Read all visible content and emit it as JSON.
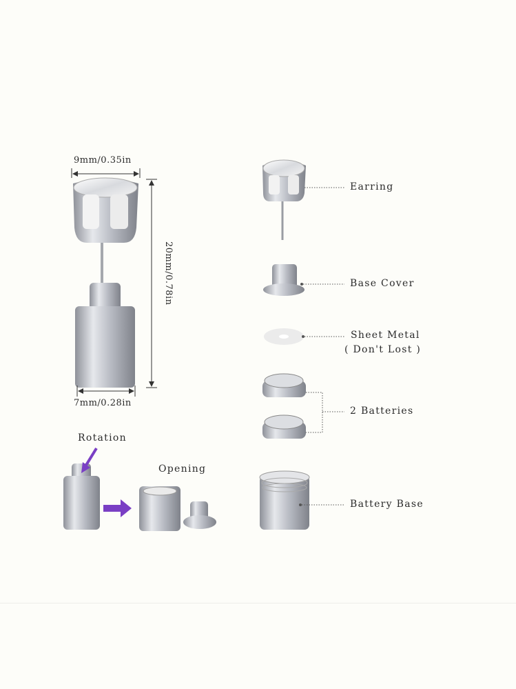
{
  "dimensions": {
    "width": "9mm/0.35in",
    "height": "20mm/0.78in",
    "base_width": "7mm/0.28in"
  },
  "steps": {
    "rotation": "Rotation",
    "opening": "Opening"
  },
  "parts": {
    "earring": "Earring",
    "base_cover": "Base Cover",
    "sheet_metal": "Sheet Metal",
    "sheet_metal_note": "( Don't Lost )",
    "batteries": "2 Batteries",
    "battery_base": "Battery Base"
  },
  "colors": {
    "background": "#fdfdf9",
    "accent_arrow": "#7a3fc4",
    "metal": "#b9bcc4"
  }
}
